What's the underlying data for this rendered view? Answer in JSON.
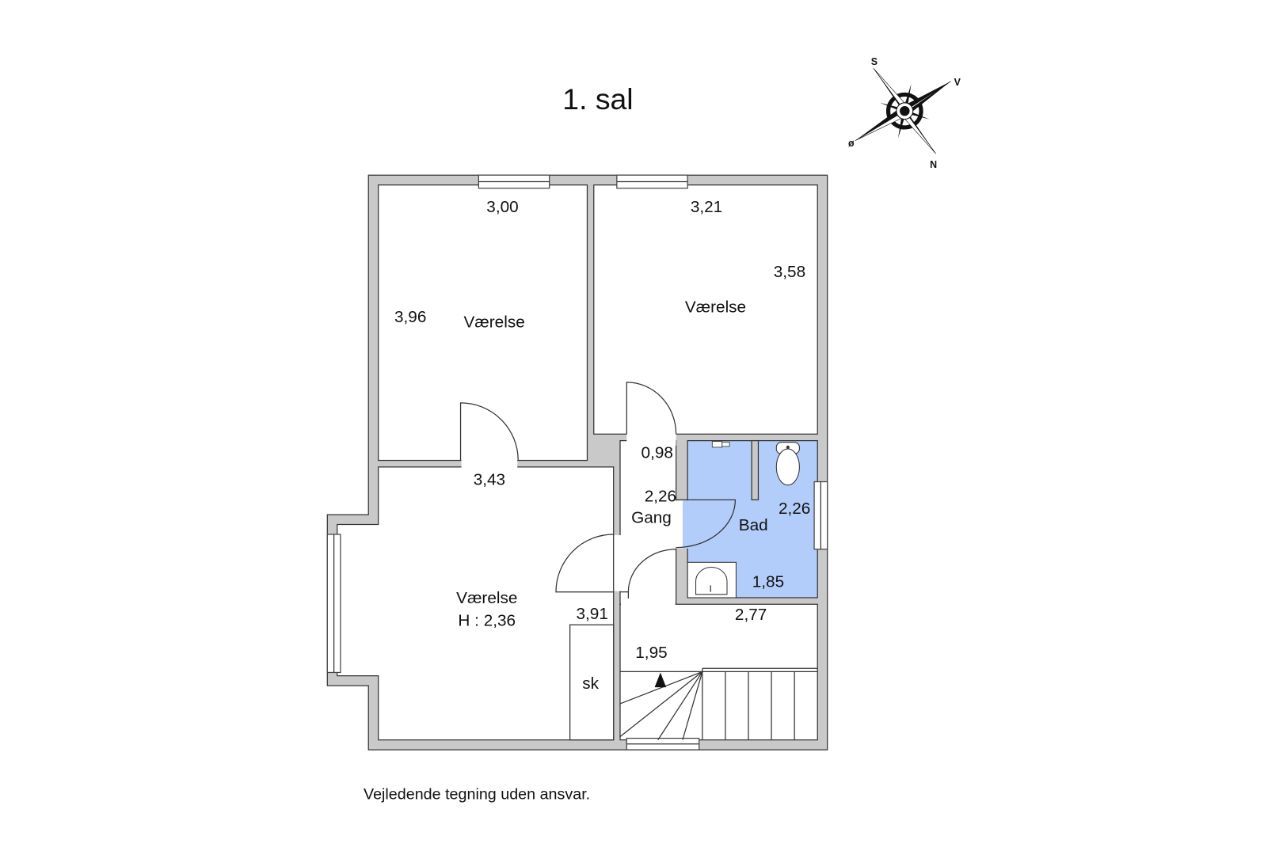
{
  "title": "1. sal",
  "compass": {
    "s": "S",
    "v": "V",
    "o": "ø",
    "n": "N"
  },
  "rooms": {
    "room1": {
      "name": "Værelse",
      "width": "3,00",
      "length": "3,96"
    },
    "room2": {
      "name": "Værelse",
      "width": "3,21",
      "length": "3,58"
    },
    "room3": {
      "name": "Værelse",
      "height": "H : 2,36",
      "width": "3,43",
      "length": "3,91"
    },
    "gang": {
      "name": "Gang",
      "width": "0,98",
      "length": "2,26"
    },
    "bad": {
      "name": "Bad",
      "length": "2,26",
      "width": "1,85",
      "color": "#b3cdfb"
    },
    "stair": {
      "width": "2,77",
      "length": "1,95"
    },
    "closet": {
      "name": "sk"
    }
  },
  "disclaimer": "Vejledende tegning uden ansvar."
}
